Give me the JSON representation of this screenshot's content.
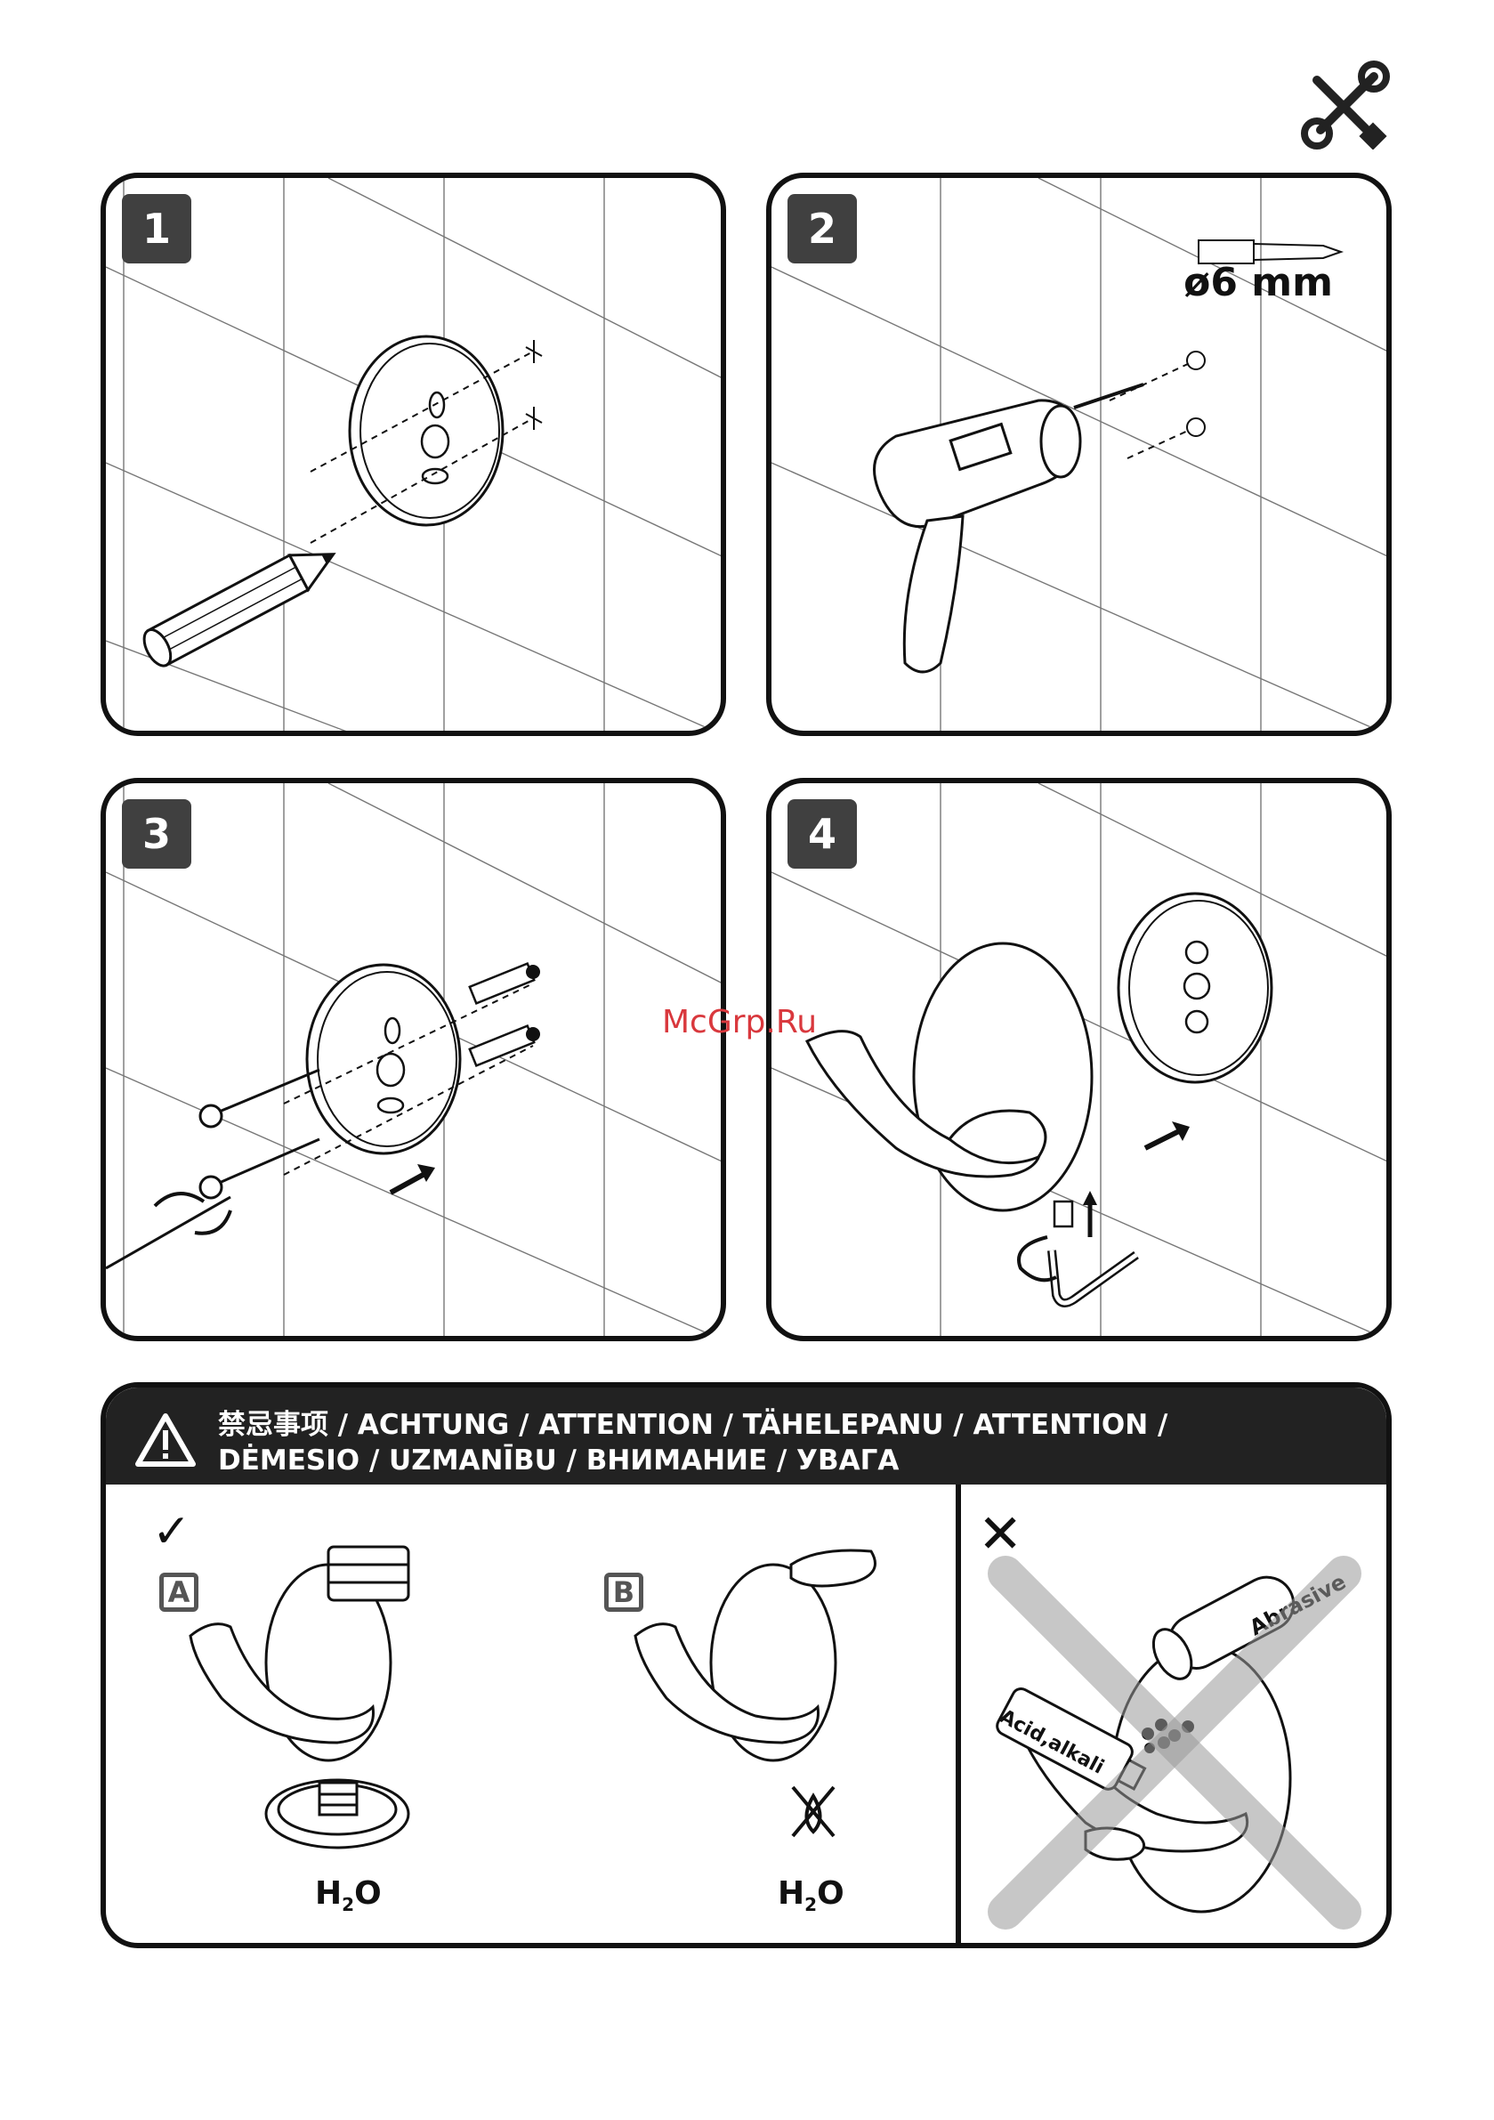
{
  "header": {
    "tools_icon": "tools-icon"
  },
  "steps": [
    {
      "number": "1"
    },
    {
      "number": "2",
      "drill_size": "ø6 mm"
    },
    {
      "number": "3"
    },
    {
      "number": "4"
    }
  ],
  "watermark": "McGrp.Ru",
  "warning": {
    "line1": "禁忌事项 / ACHTUNG / ATTENTION / TÄHELEPANU / ATTENTION /",
    "line2": "DĖMESIO / UZMANĪBU / ВНИМАНИЕ / УВАГА",
    "icon": "warning-triangle-icon"
  },
  "care": {
    "allowed_mark": "✓",
    "forbidden_mark": "✕",
    "section_a": "A",
    "section_b": "B",
    "water": "H",
    "water_sub": "2",
    "water_o": "O",
    "abrasive_label": "Abrasive",
    "acid_label": "Acid,alkali"
  }
}
